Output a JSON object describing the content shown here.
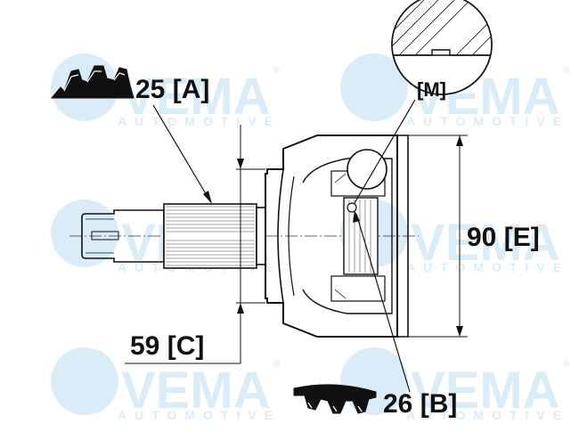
{
  "watermark": {
    "brand": "VEMA",
    "sub": "AUTOMOTIVE",
    "mark": "®",
    "color": "#d9ecf7"
  },
  "labels": {
    "spline_outer": "25 [A]",
    "spline_inner": "26 [B]",
    "shaft_length": "59 [C]",
    "outer_diameter": "90 [E]",
    "detail": "[M]"
  },
  "icons": {
    "external_teeth": "external-gear-teeth-icon",
    "internal_teeth": "internal-gear-teeth-icon"
  }
}
